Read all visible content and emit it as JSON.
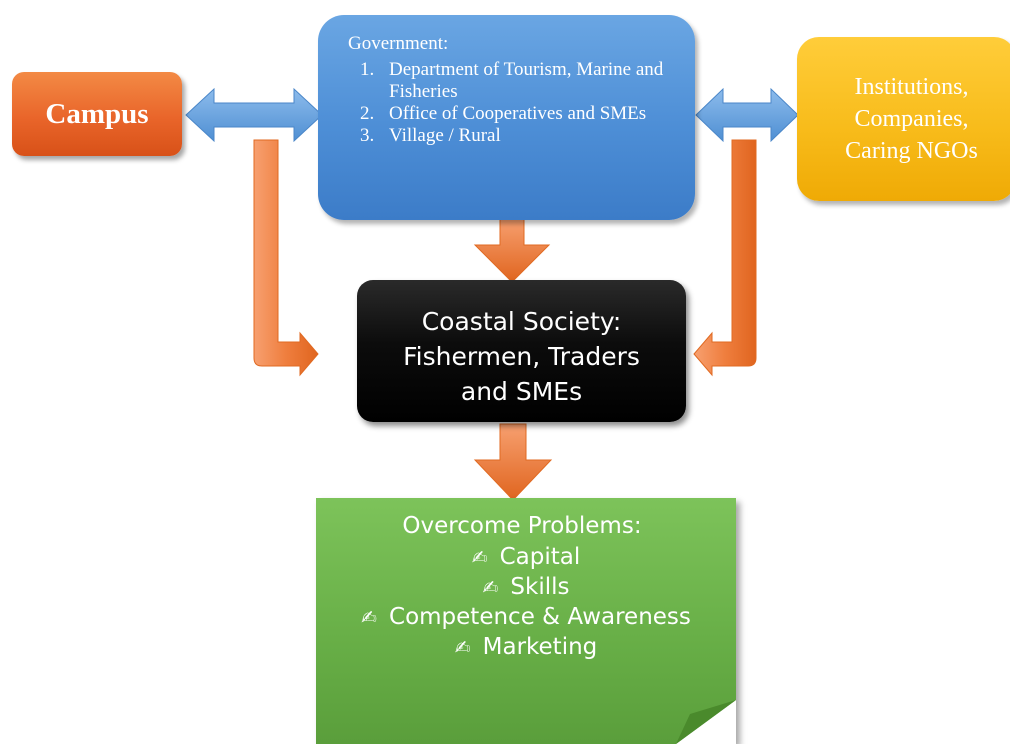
{
  "campus": {
    "label": "Campus"
  },
  "government": {
    "title": "Government:",
    "items": [
      {
        "num": "1.",
        "text": "Department of Tourism, Marine and Fisheries"
      },
      {
        "num": "2.",
        "text": "Office of Cooperatives and SMEs"
      },
      {
        "num": "3.",
        "text": "Village / Rural"
      }
    ]
  },
  "institutions": {
    "lines": [
      "Institutions,",
      "Companies,",
      "Caring NGOs"
    ]
  },
  "coastal": {
    "lines": [
      "Coastal Society:",
      "Fishermen, Traders",
      "and SMEs"
    ]
  },
  "problems": {
    "title": "Overcome Problems:",
    "bullet_icon": "writing-hand-icon",
    "items": [
      "Capital",
      "Skills",
      "Competence & Awareness",
      "Marketing"
    ]
  },
  "colors": {
    "campus": "#e9652a",
    "government": "#4d8ed6",
    "institutions": "#f8bc1b",
    "coastal": "#000000",
    "problems": "#67ae46",
    "arrow_blue": "#5b9bd5",
    "arrow_orange": "#ed7d31"
  }
}
